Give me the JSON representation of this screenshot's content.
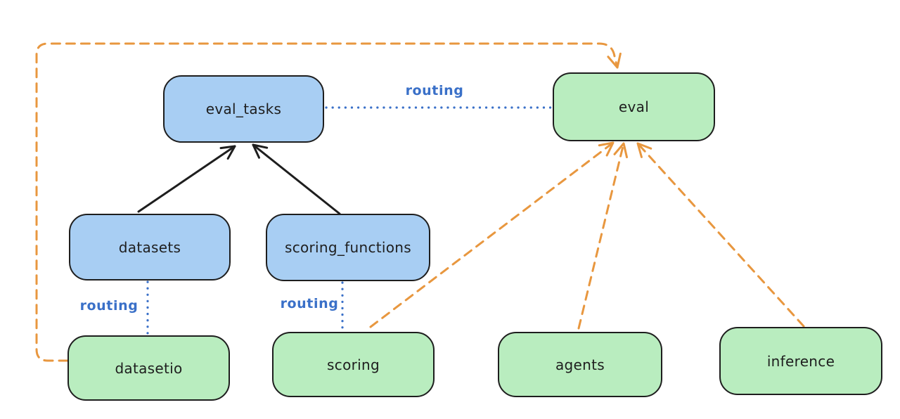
{
  "colors": {
    "background": "#ffffff",
    "resource_node_fill": "#a8cef3",
    "provider_node_fill": "#b9edbf",
    "node_stroke": "#1e1e1e",
    "solid_arrow": "#1e1e1e",
    "routing_line": "#3a70c8",
    "dependency_arrow": "#e8973f"
  },
  "nodes": [
    {
      "id": "eval_tasks",
      "label": "eval_tasks",
      "kind": "resource"
    },
    {
      "id": "eval",
      "label": "eval",
      "kind": "provider"
    },
    {
      "id": "datasets",
      "label": "datasets",
      "kind": "resource"
    },
    {
      "id": "scoring_functions",
      "label": "scoring_functions",
      "kind": "resource"
    },
    {
      "id": "datasetio",
      "label": "datasetio",
      "kind": "provider"
    },
    {
      "id": "scoring",
      "label": "scoring",
      "kind": "provider"
    },
    {
      "id": "agents",
      "label": "agents",
      "kind": "provider"
    },
    {
      "id": "inference",
      "label": "inference",
      "kind": "provider"
    }
  ],
  "edges": [
    {
      "from": "datasets",
      "to": "eval_tasks",
      "style": "solid-arrow",
      "label": ""
    },
    {
      "from": "scoring_functions",
      "to": "eval_tasks",
      "style": "solid-arrow",
      "label": ""
    },
    {
      "from": "eval_tasks",
      "to": "eval",
      "style": "dotted",
      "label": "routing"
    },
    {
      "from": "datasets",
      "to": "datasetio",
      "style": "dotted",
      "label": "routing"
    },
    {
      "from": "scoring_functions",
      "to": "scoring",
      "style": "dotted",
      "label": "routing"
    },
    {
      "from": "datasetio",
      "to": "eval",
      "style": "dashed-arrow",
      "label": ""
    },
    {
      "from": "scoring",
      "to": "eval",
      "style": "dashed-arrow",
      "label": ""
    },
    {
      "from": "agents",
      "to": "eval",
      "style": "dashed-arrow",
      "label": ""
    },
    {
      "from": "inference",
      "to": "eval",
      "style": "dashed-arrow",
      "label": ""
    }
  ]
}
